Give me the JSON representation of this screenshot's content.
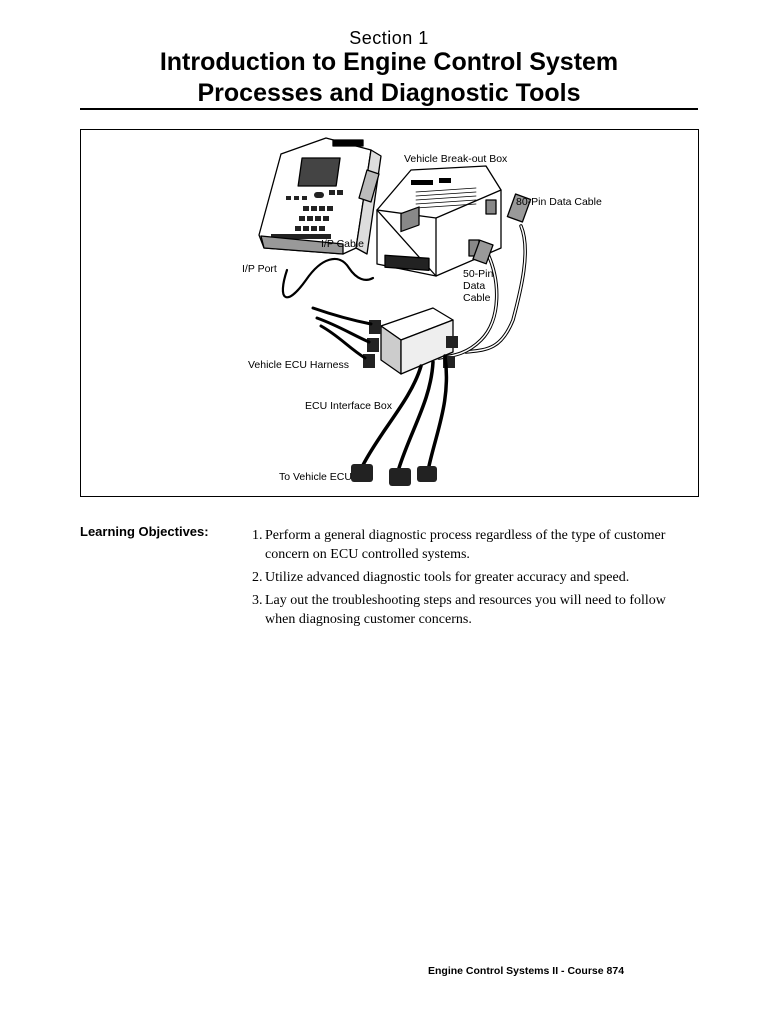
{
  "header": {
    "section": "Section 1",
    "title_line1": "Introduction to Engine Control System",
    "title_line2": "Processes and Diagnostic Tools"
  },
  "figure": {
    "labels": {
      "vehicle_breakout_box": "Vehicle Break-out Box",
      "pin80_cable": "80-Pin Data Cable",
      "ip_cable": "I/P Cable",
      "ip_port": "I/P Port",
      "pin50_cable_l1": "50-Pin",
      "pin50_cable_l2": "Data",
      "pin50_cable_l3": "Cable",
      "vehicle_ecu_harness": "Vehicle ECU Harness",
      "ecu_interface_box": "ECU Interface Box",
      "to_vehicle_ecu": "To Vehicle ECU"
    }
  },
  "objectives": {
    "heading": "Learning Objectives:",
    "items": [
      {
        "num": "1.",
        "text": "Perform a general diagnostic process regardless of the type of customer concern on ECU controlled systems."
      },
      {
        "num": "2.",
        "text": "Utilize advanced diagnostic tools for greater accuracy and speed."
      },
      {
        "num": "3.",
        "text": "Lay out the troubleshooting steps and resources you will need to follow when diagnosing customer concerns."
      }
    ]
  },
  "footer": {
    "text": "Engine Control Systems II - Course 874"
  }
}
